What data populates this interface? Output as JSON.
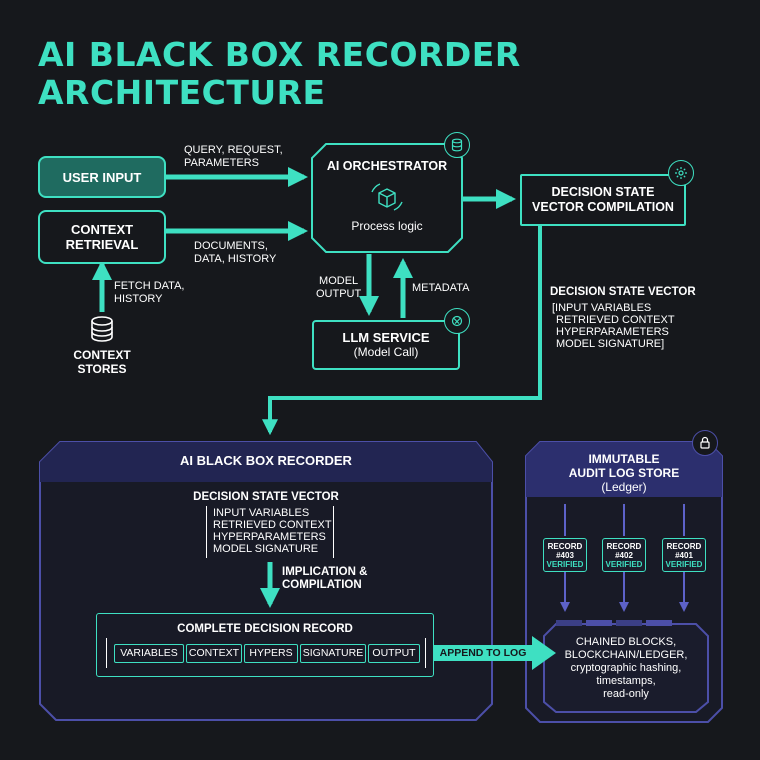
{
  "title": {
    "line1": "AI BLACK BOX RECORDER",
    "line2": "ARCHITECTURE"
  },
  "user_input": "USER INPUT",
  "context_retrieval": {
    "line1": "CONTEXT",
    "line2": "RETRIEVAL"
  },
  "context_stores": {
    "line1": "CONTEXT",
    "line2": "STORES"
  },
  "fetch_label": {
    "line1": "FETCH DATA,",
    "line2": "HISTORY"
  },
  "query_label": {
    "line1": "QUERY, REQUEST,",
    "line2": "PARAMETERS"
  },
  "documents_label": {
    "line1": "DOCUMENTS,",
    "line2": "DATA, HISTORY"
  },
  "orchestrator": {
    "title": "AI ORCHESTRATOR",
    "sub": "Process logic"
  },
  "model_output_label": {
    "line1": "MODEL",
    "line2": "OUTPUT"
  },
  "metadata_label": "METADATA",
  "llm": {
    "title": "LLM SERVICE",
    "sub": "(Model Call)"
  },
  "dsv_compilation": {
    "line1": "DECISION STATE",
    "line2": "VECTOR COMPILATION"
  },
  "dsv_top": {
    "title": "DECISION STATE VECTOR",
    "items": [
      "[INPUT VARIABLES",
      "RETRIEVED CONTEXT",
      "HYPERPARAMETERS",
      "MODEL SIGNATURE]"
    ]
  },
  "recorder": {
    "title": "AI BLACK BOX RECORDER",
    "dsv_title": "DECISION STATE VECTOR",
    "dsv_items": [
      "INPUT VARIABLES",
      "RETRIEVED CONTEXT",
      "HYPERPARAMETERS",
      "MODEL SIGNATURE"
    ],
    "implication": {
      "line1": "IMPLICATION &",
      "line2": "COMPILATION"
    },
    "complete_record": "COMPLETE DECISION RECORD",
    "fields": [
      "VARIABLES",
      "CONTEXT",
      "HYPERS",
      "SIGNATURE",
      "OUTPUT"
    ]
  },
  "append_label": "APPEND TO LOG",
  "audit": {
    "line1": "IMMUTABLE",
    "line2": "AUDIT LOG STORE",
    "line3": "(Ledger)",
    "records": [
      {
        "label": "RECORD",
        "id": "#403",
        "status": "VERIFIED"
      },
      {
        "label": "RECORD",
        "id": "#402",
        "status": "VERIFIED"
      },
      {
        "label": "RECORD",
        "id": "#401",
        "status": "VERIFIED"
      }
    ],
    "chain": [
      "CHAINED BLOCKS,",
      "BLOCKCHAIN/LEDGER,",
      "cryptographic hashing,",
      "timestamps,",
      "read-only"
    ]
  },
  "colors": {
    "accent": "#3ee0c2",
    "indigo": "#4c4fa8",
    "background": "#16181c"
  }
}
